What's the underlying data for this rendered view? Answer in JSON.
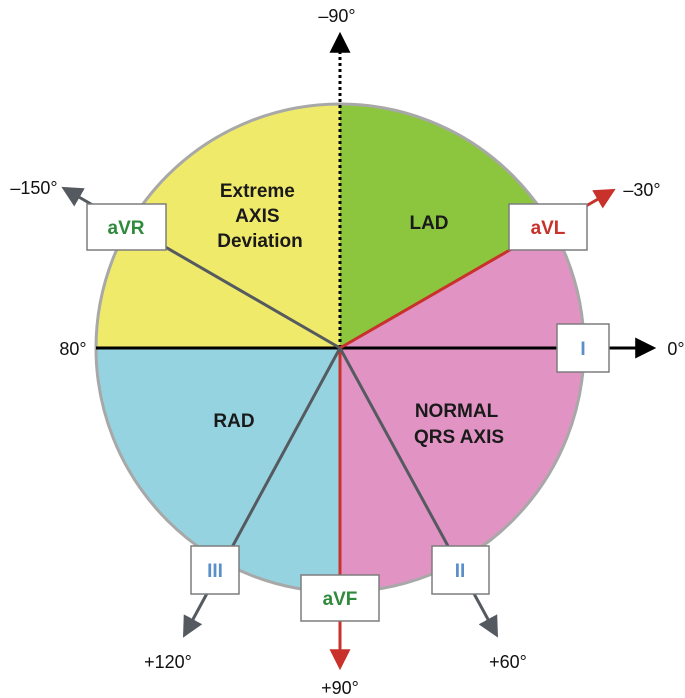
{
  "regions": {
    "extreme": [
      "Extreme",
      "AXIS",
      "Deviation"
    ],
    "lad": "LAD",
    "rad": "RAD",
    "normal": [
      "NORMAL",
      "QRS AXIS"
    ]
  },
  "degrees": {
    "top": "–90°",
    "upper_left": "–150°",
    "upper_right": "–30°",
    "left": "80°",
    "right": "0°",
    "bottom_left": "+120°",
    "bottom": "+90°",
    "bottom_right": "+60°"
  },
  "leads": {
    "avr": "aVR",
    "avl": "aVL",
    "i": "I",
    "ii": "II",
    "iii": "III",
    "avf": "aVF"
  },
  "colors": {
    "extreme": "#f0ea6a",
    "lad": "#8cc63f",
    "rad": "#96d3e0",
    "normal": "#e194c4",
    "circle_border": "#a8a8a8",
    "red_lead": "#c9312b",
    "green_lead": "#2f8a3c",
    "blue_lead": "#5b8fc9",
    "gray_line": "#555a60"
  }
}
